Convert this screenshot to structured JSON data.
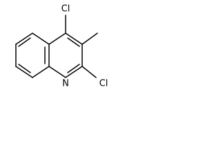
{
  "molecule": {
    "atoms": {
      "n1": "N",
      "cl2": "Cl",
      "cl4": "Cl"
    }
  },
  "colors": {
    "bond": "#000000",
    "label": "#000000",
    "background": "#ffffff"
  }
}
